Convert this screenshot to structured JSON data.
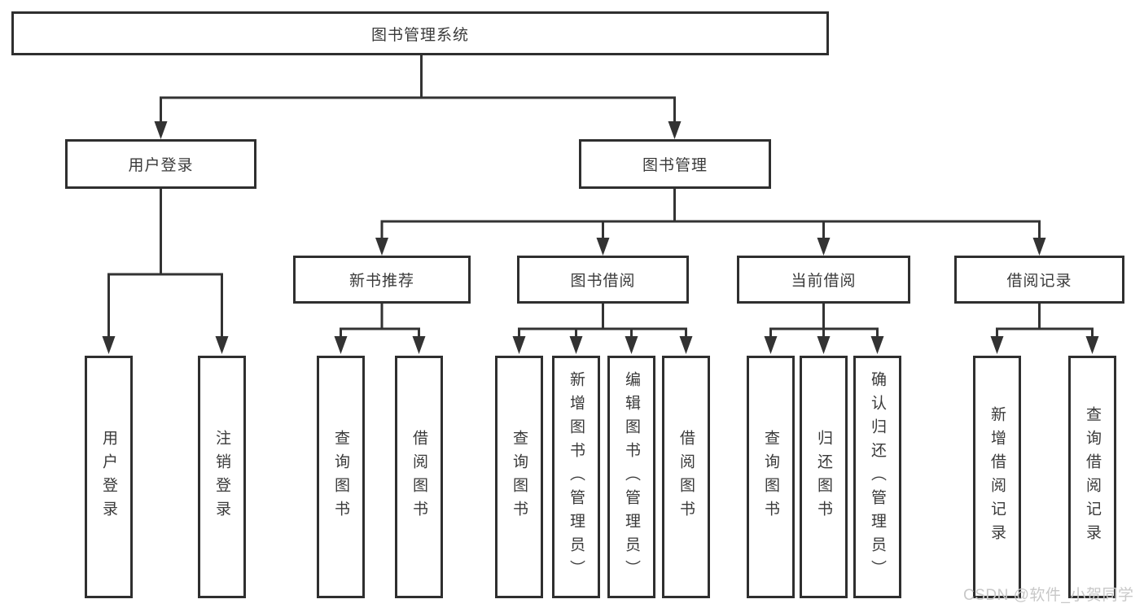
{
  "tree": {
    "label": "图书管理系统",
    "children": [
      {
        "label": "用户登录",
        "children": [
          {
            "label": "用户登录"
          },
          {
            "label": "注销登录"
          }
        ]
      },
      {
        "label": "图书管理",
        "children": [
          {
            "label": "新书推荐",
            "children": [
              {
                "label": "查询图书"
              },
              {
                "label": "借阅图书"
              }
            ]
          },
          {
            "label": "图书借阅",
            "children": [
              {
                "label": "查询图书"
              },
              {
                "label": "新增图书（管理员）"
              },
              {
                "label": "编辑图书（管理员）"
              },
              {
                "label": "借阅图书"
              }
            ]
          },
          {
            "label": "当前借阅",
            "children": [
              {
                "label": "查询图书"
              },
              {
                "label": "归还图书"
              },
              {
                "label": "确认归还（管理员）"
              }
            ]
          },
          {
            "label": "借阅记录",
            "children": [
              {
                "label": "新增借阅记录"
              },
              {
                "label": "查询借阅记录"
              }
            ]
          }
        ]
      }
    ]
  },
  "watermark": {
    "text": "CSDN @软件_小贺同学"
  },
  "colors": {
    "line": "#333333",
    "border": "#2f2f2f",
    "text": "#3a3a3a",
    "watermark": "#c8c8c8"
  }
}
